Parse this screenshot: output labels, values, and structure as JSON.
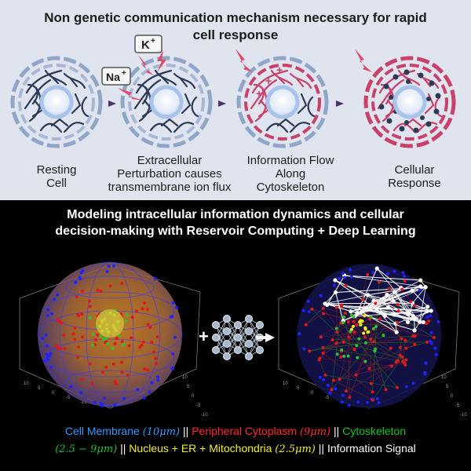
{
  "top_title_line1": "Non genetic communication mechanism necessary for rapid",
  "top_title_line2": "cell response",
  "ions": {
    "potassium": "K",
    "potassium_charge": "+",
    "sodium": "Na",
    "sodium_charge": "+"
  },
  "stages": [
    {
      "line1": "Resting",
      "line2": "Cell",
      "line3": ""
    },
    {
      "line1": "Extracellular",
      "line2": "Perturbation causes",
      "line3": "transmembrane ion flux"
    },
    {
      "line1": "Information Flow",
      "line2": "Along",
      "line3": "Cytoskeleton"
    },
    {
      "line1": "Cellular",
      "line2": "Response",
      "line3": ""
    }
  ],
  "bottom_title_line1": "Modeling intracellular information dynamics and cellular",
  "bottom_title_line2": "decision-making with Reservoir Computing + Deep Learning",
  "legend": {
    "membrane": "Cell Membrane",
    "membrane_size": "(10μm)",
    "sep1": "||",
    "cytoplasm": "Peripheral Cytoplasm",
    "cytoplasm_size": "(9μm)",
    "sep2": "||",
    "cytoskeleton": "Cytoskeleton",
    "cytoskeleton_size": "(2.5 − 9μm)",
    "sep3": "||",
    "nucleus": "Nucleus + ER + Mitochondria",
    "nucleus_size": "(2.5μm)",
    "sep4": "||",
    "signal": "Information Signal"
  },
  "axis_ticks_left": [
    "10",
    "5",
    "0",
    "-5",
    "-10"
  ],
  "axis_ticks_right": [
    "10",
    "5",
    "0",
    "-5",
    "-10"
  ],
  "colors": {
    "membrane_dash": "#8fa6c9",
    "mesh_dark": "#2b3a55",
    "mesh_red": "#c9416b",
    "nucleus_ring": "#a9c4ea",
    "arrow": "#4d3366",
    "bolt": "#e04a6a",
    "legend_blue": "#2f9bff",
    "legend_red": "#ff2a2a",
    "legend_green": "#19c31e",
    "legend_yellow": "#f3ef1c"
  }
}
